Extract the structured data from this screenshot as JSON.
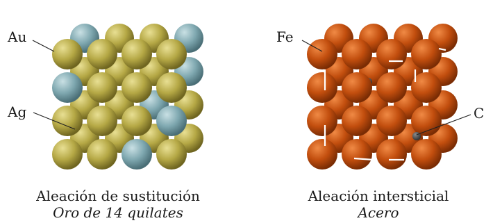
{
  "left": {
    "labels": {
      "au": "Au",
      "ag": "Ag"
    },
    "caption": {
      "title": "Aleación de sustitución",
      "subtitle": "Oro de 14 quilates"
    },
    "colors": {
      "au": "#b5a845",
      "ag": "#7fa8b0"
    }
  },
  "right": {
    "labels": {
      "fe": "Fe",
      "c": "C"
    },
    "caption": {
      "title": "Aleación intersticial",
      "subtitle": "Acero"
    },
    "colors": {
      "fe": "#c24e0e",
      "c": "#4a4a4a"
    }
  }
}
